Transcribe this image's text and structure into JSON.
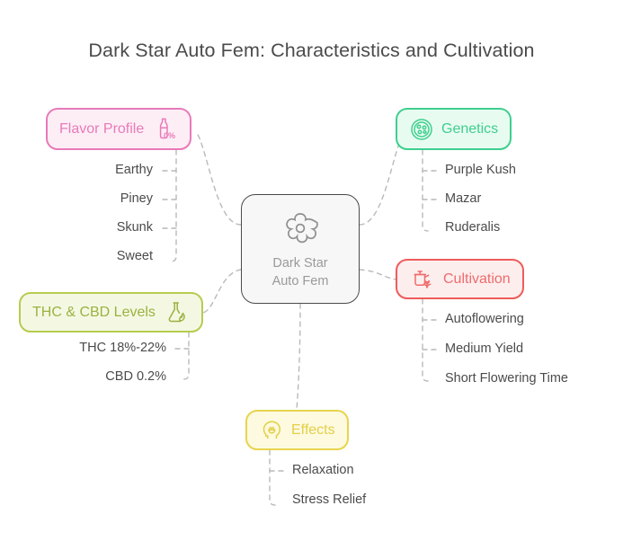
{
  "title": "Dark Star Auto Fem: Characteristics and Cultivation",
  "center": {
    "line1": "Dark Star",
    "line2": "Auto Fem",
    "icon": "flower-icon",
    "border_color": "#4a4a4a",
    "fill_color": "#f7f7f7",
    "text_color": "#9a9a9a"
  },
  "branches": [
    {
      "id": "flavor",
      "label": "Flavor Profile",
      "icon": "bottle-zero-percent-icon",
      "icon_caption": "0%",
      "border_color": "#e87ab8",
      "fill_color": "#fdeef6",
      "text_color": "#e87ab8",
      "leaves": [
        "Earthy",
        "Piney",
        "Skunk",
        "Sweet"
      ]
    },
    {
      "id": "thc-cbd",
      "label": "THC & CBD Levels",
      "icon": "flask-leaf-icon",
      "border_color": "#b5cc4f",
      "fill_color": "#f4f8e3",
      "text_color": "#9bb23f",
      "leaves": [
        "THC 18%-22%",
        "CBD 0.2%"
      ]
    },
    {
      "id": "genetics",
      "label": "Genetics",
      "icon": "cell-circle-icon",
      "border_color": "#3ecf8e",
      "fill_color": "#e8fbf1",
      "text_color": "#3ecf8e",
      "leaves": [
        "Purple Kush",
        "Mazar",
        "Ruderalis"
      ]
    },
    {
      "id": "cultivation",
      "label": "Cultivation",
      "icon": "watering-can-plant-icon",
      "border_color": "#ef5b5b",
      "fill_color": "#fdeeee",
      "text_color": "#ef6b6b",
      "leaves": [
        "Autoflowering",
        "Medium Yield",
        "Short Flowering Time"
      ]
    },
    {
      "id": "effects",
      "label": "Effects",
      "icon": "head-leaf-icon",
      "border_color": "#e8d44d",
      "fill_color": "#fdfae0",
      "text_color": "#e3cf46",
      "leaves": [
        "Relaxation",
        "Stress Relief"
      ]
    }
  ],
  "connector_color": "#b9b9b9"
}
